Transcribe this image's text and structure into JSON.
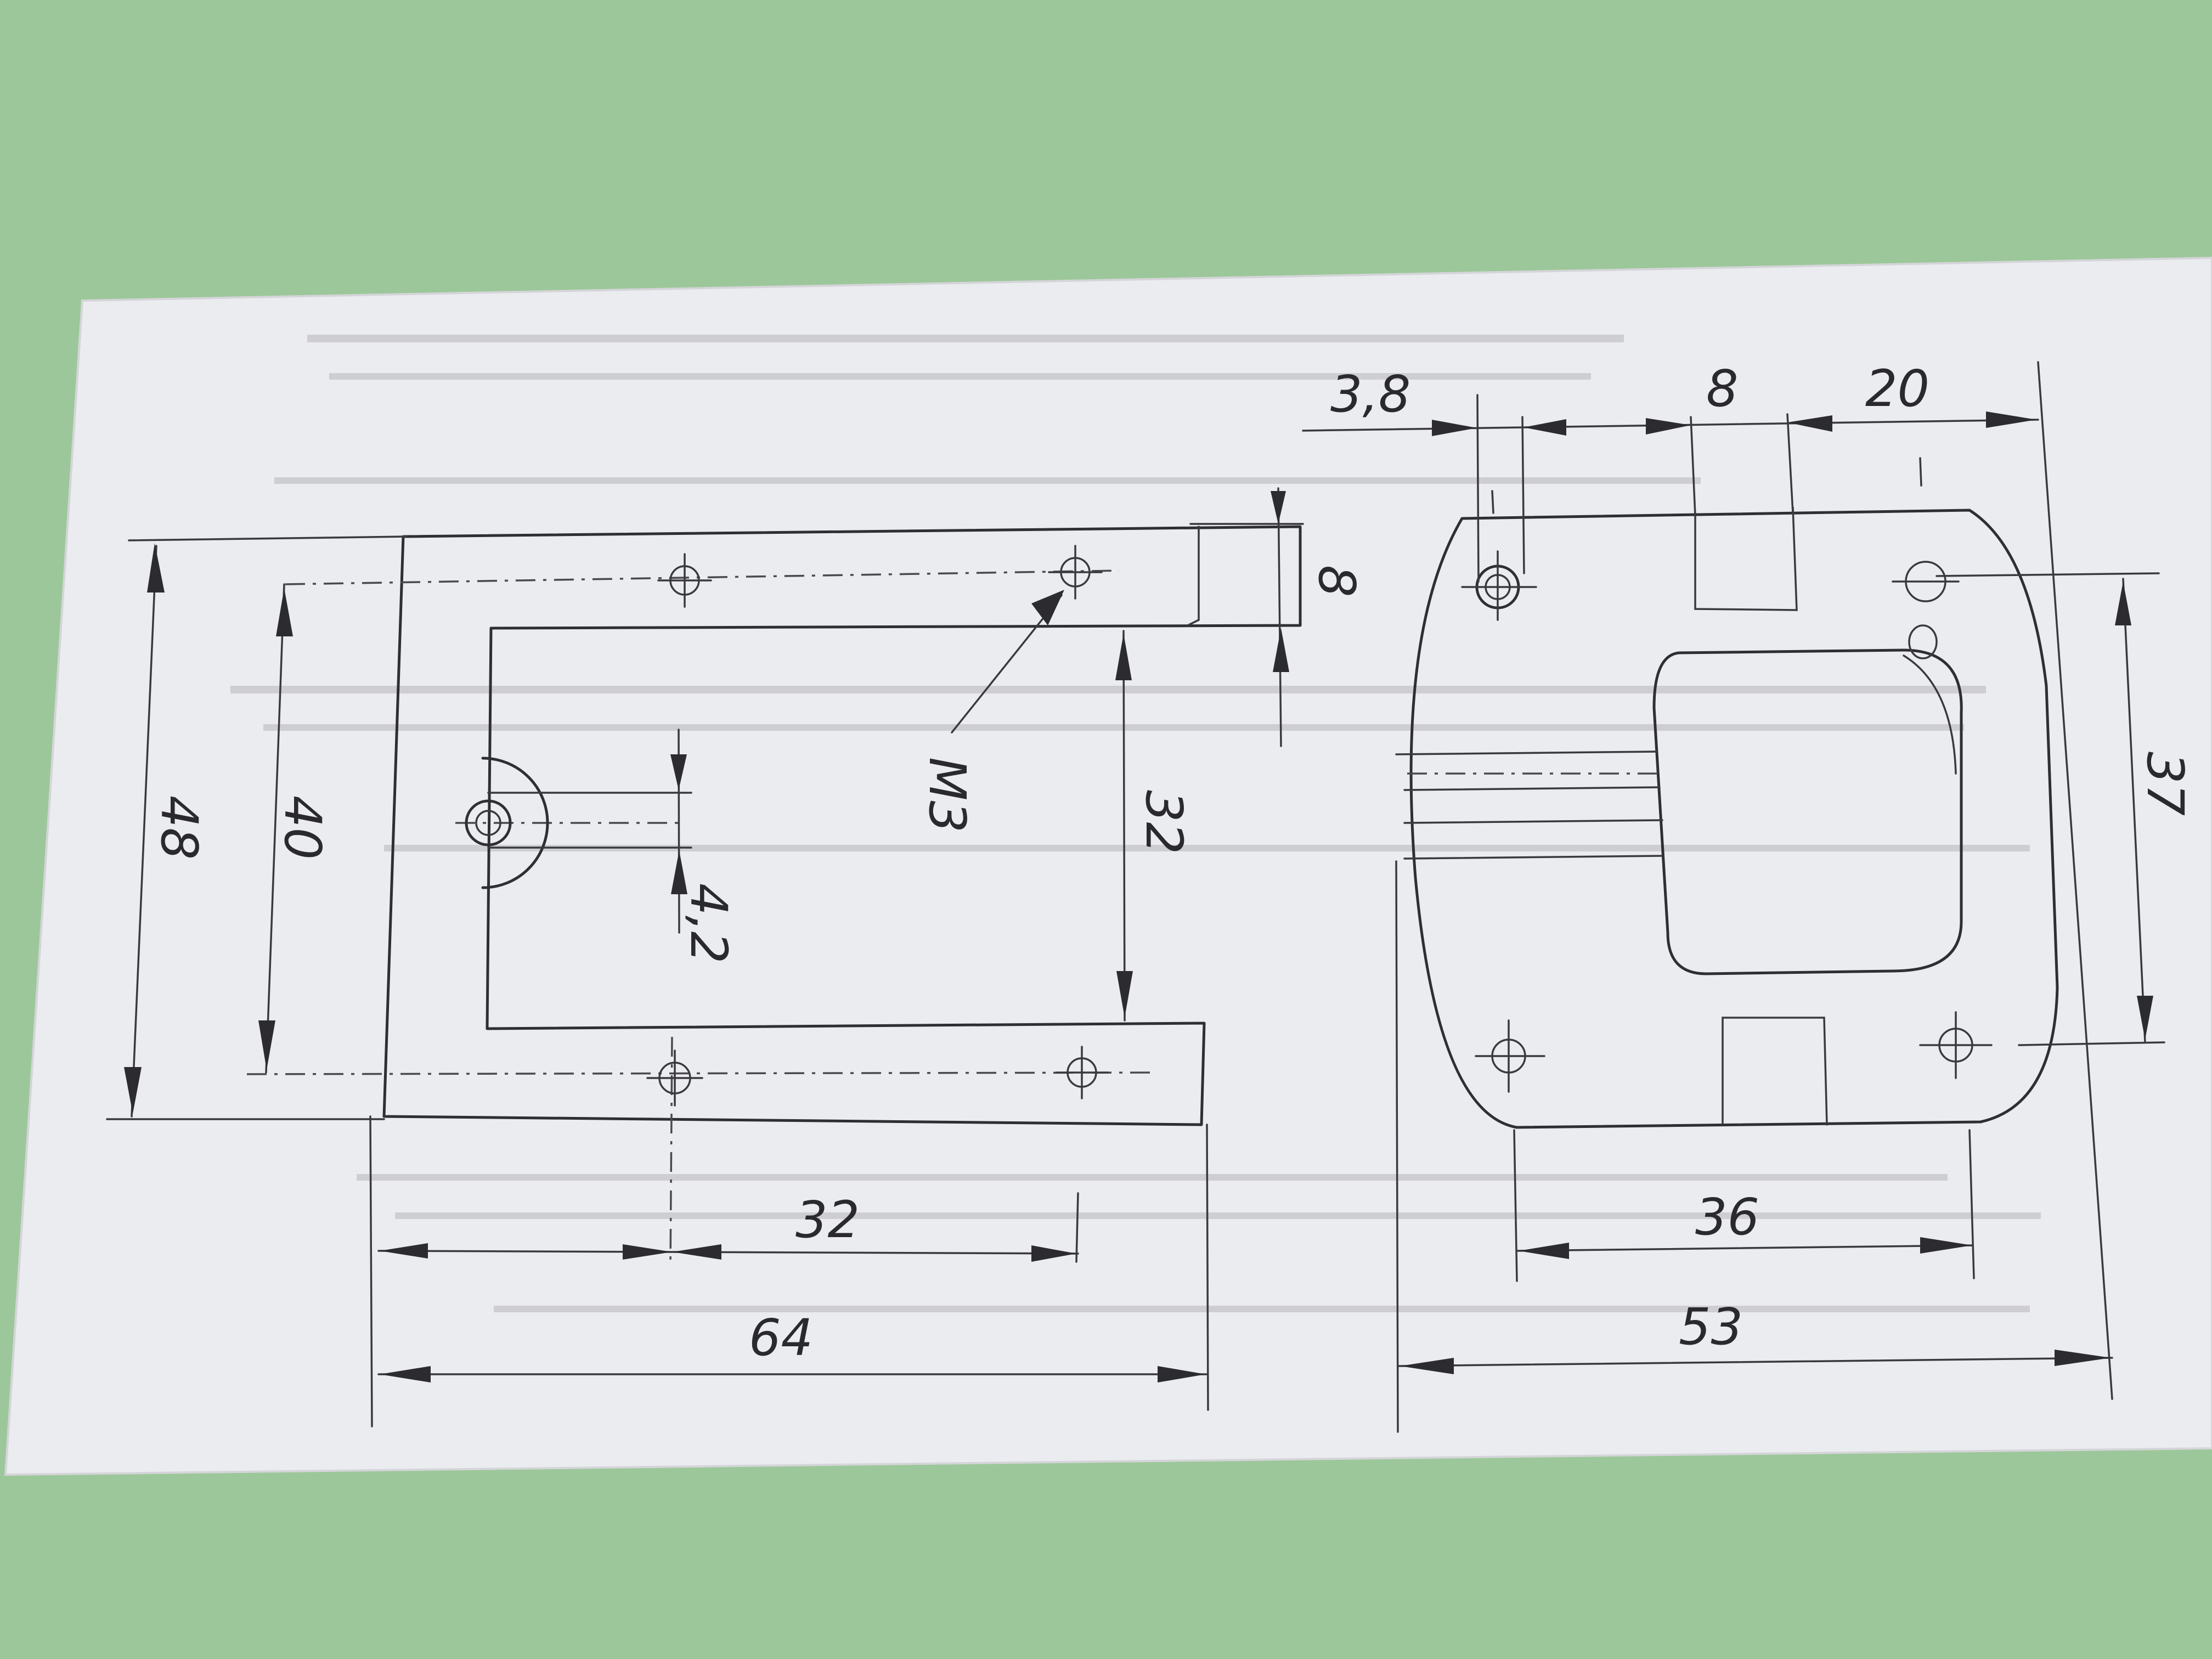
{
  "drawing": {
    "background_color": "#9cc79a",
    "paper_color": "#ebecef",
    "pencil_color": "#2f2f33",
    "front_view": {
      "dims": {
        "overall_height": "48",
        "hole_height": "40",
        "top_strip": "8",
        "cutout_height": "32",
        "hole_pitch": "32",
        "overall_width": "64",
        "slot_width": "4,2",
        "thread": "M3"
      }
    },
    "side_view": {
      "dims": {
        "left_offset": "3,8",
        "slot": "8",
        "right_offset": "20",
        "hole_height": "37",
        "hole_pitch": "36",
        "overall_width": "53"
      }
    }
  }
}
